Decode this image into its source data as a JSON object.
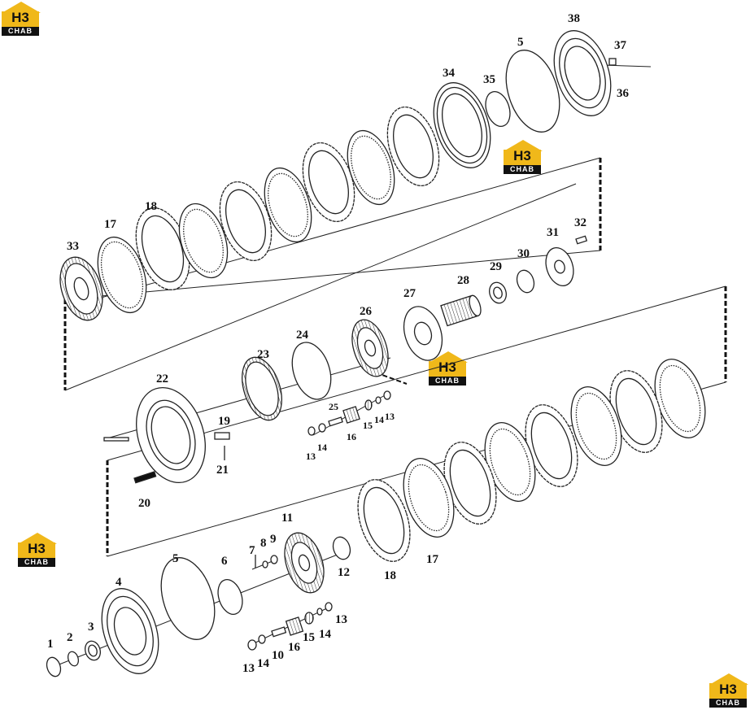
{
  "logo": {
    "mark": "H3",
    "brand": "CHAB",
    "color": "#f0b81a"
  },
  "callouts": {
    "c1": "1",
    "c2": "2",
    "c3": "3",
    "c4": "4",
    "c5a": "5",
    "c6": "6",
    "c7": "7",
    "c8": "8",
    "c9": "9",
    "c10": "10",
    "c11": "11",
    "c12": "12",
    "c13a": "13",
    "c13b": "13",
    "c13c": "13",
    "c13d": "13",
    "c14a": "14",
    "c14b": "14",
    "c14c": "14",
    "c14d": "14",
    "c15a": "15",
    "c15b": "15",
    "c16a": "16",
    "c16b": "16",
    "c17a": "17",
    "c17b": "17",
    "c18a": "18",
    "c18b": "18",
    "c19": "19",
    "c20": "20",
    "c21": "21",
    "c22": "22",
    "c23": "23",
    "c24": "24",
    "c25": "25",
    "c26": "26",
    "c27": "27",
    "c28": "28",
    "c29": "29",
    "c30": "30",
    "c31": "31",
    "c32": "32",
    "c33": "33",
    "c34": "34",
    "c35": "35",
    "c5b": "5",
    "c36": "36",
    "c37": "37",
    "c38": "38"
  }
}
